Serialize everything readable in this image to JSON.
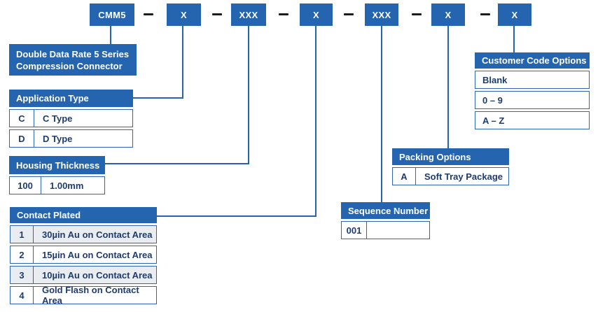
{
  "part_number": {
    "segments": [
      "CMM5",
      "X",
      "XXX",
      "X",
      "XXX",
      "X",
      "X"
    ],
    "separator_glyph": "—"
  },
  "series_box": {
    "lines": [
      "Double Data Rate 5 Series",
      "Compression Connector"
    ]
  },
  "tables": {
    "application_type": {
      "title": "Application Type",
      "rows": [
        [
          "C",
          "C Type"
        ],
        [
          "D",
          "D Type"
        ]
      ]
    },
    "housing_thickness": {
      "title": "Housing Thickness",
      "rows": [
        [
          "100",
          "1.00mm"
        ]
      ]
    },
    "contact_plated": {
      "title": "Contact Plated",
      "rows": [
        [
          "1",
          "30µin Au on Contact Area"
        ],
        [
          "2",
          "15µin Au on Contact Area"
        ],
        [
          "3",
          "10µin Au on Contact Area"
        ],
        [
          "4",
          "Gold Flash on Contact Area"
        ]
      ]
    },
    "sequence_number": {
      "title": "Sequence Number",
      "rows": [
        [
          "001",
          ""
        ]
      ]
    },
    "packing_options": {
      "title": "Packing Options",
      "rows": [
        [
          "A",
          "Soft Tray Package"
        ]
      ]
    },
    "customer_code_options": {
      "title": "Customer Code Options",
      "rows": [
        "Blank",
        "0 – 9",
        "A – Z"
      ]
    }
  },
  "colors": {
    "primary_blue": "#2565b0",
    "cell_text_navy": "#1e3c6d",
    "alt_row_bg": "#e9ecf1",
    "dash_black": "#1c1c1c"
  }
}
